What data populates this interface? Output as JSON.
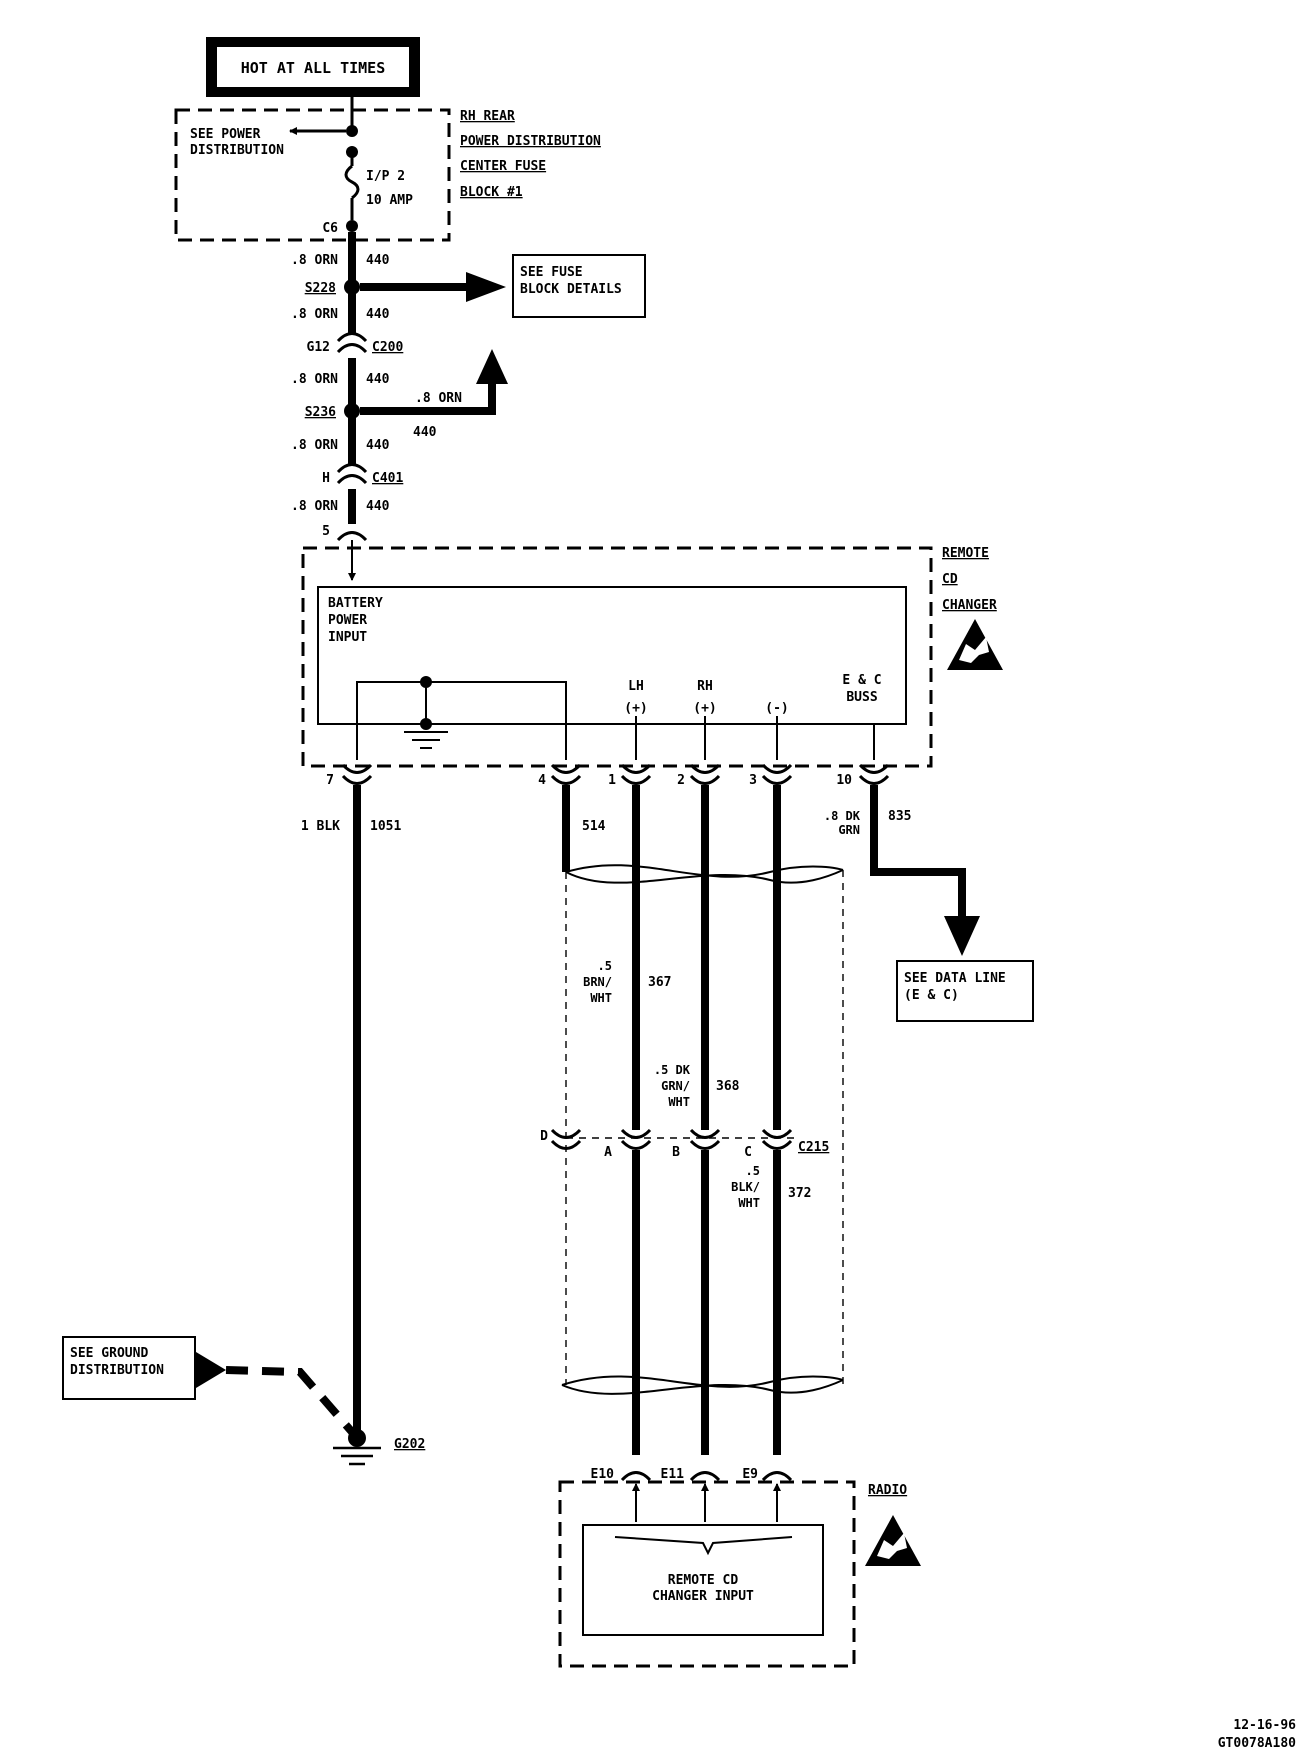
{
  "hot_label": "HOT AT ALL TIMES",
  "fuse_block": {
    "title_lines": [
      "RH REAR",
      "POWER DISTRIBUTION",
      "CENTER FUSE",
      "BLOCK #1"
    ],
    "see_power_lines": [
      "SEE POWER",
      "DISTRIBUTION"
    ],
    "fuse_name": "I/P 2",
    "fuse_rating": "10 AMP",
    "pin": "C6"
  },
  "feed_wire": {
    "size_color": ".8 ORN",
    "circuit": "440",
    "splice_1": "S228",
    "splice_2": "S236",
    "conn_1_pin": "G12",
    "conn_1": "C200",
    "conn_2_pin": "H",
    "conn_2": "C401",
    "branch_size_color": ".8 ORN",
    "branch_circuit": "440"
  },
  "fuse_details_lines": [
    "SEE FUSE",
    "BLOCK DETAILS"
  ],
  "cd_changer": {
    "title_lines": [
      "REMOTE",
      "CD",
      "CHANGER"
    ],
    "battery_lines": [
      "BATTERY",
      "POWER",
      "INPUT"
    ],
    "lh_label": "LH",
    "rh_label": "RH",
    "plus_sign": "(+)",
    "minus_sign": "(-)",
    "buss_lines": [
      "E & C",
      "BUSS"
    ],
    "battery_pin": "5",
    "pins": [
      "7",
      "4",
      "1",
      "2",
      "3",
      "10"
    ]
  },
  "wires": {
    "ground_size_color": "1 BLK",
    "ground_circuit": "1051",
    "drain_circuit": "514",
    "lh_size_color_lines": [
      ".5",
      "BRN/",
      "WHT"
    ],
    "lh_circuit": "367",
    "rh_size_color_lines": [
      ".5 DK",
      "GRN/",
      "WHT"
    ],
    "rh_circuit": "368",
    "neg_size_color_lines": [
      ".5",
      "BLK/",
      "WHT"
    ],
    "neg_circuit": "372",
    "data_size_color_lines": [
      ".8 DK",
      "GRN"
    ],
    "data_circuit": "835"
  },
  "c215": {
    "name": "C215",
    "pins": [
      "D",
      "A",
      "B",
      "C"
    ]
  },
  "data_line_lines": [
    "SEE DATA LINE",
    "(E & C)"
  ],
  "ground": {
    "see_ground_lines": [
      "SEE GROUND",
      "DISTRIBUTION"
    ],
    "name": "G202"
  },
  "radio": {
    "title": "RADIO",
    "pins": [
      "E10",
      "E11",
      "E9"
    ],
    "input_lines": [
      "REMOTE CD",
      "CHANGER INPUT"
    ]
  },
  "footer_lines": [
    "12-16-96",
    "GT0078A180"
  ]
}
